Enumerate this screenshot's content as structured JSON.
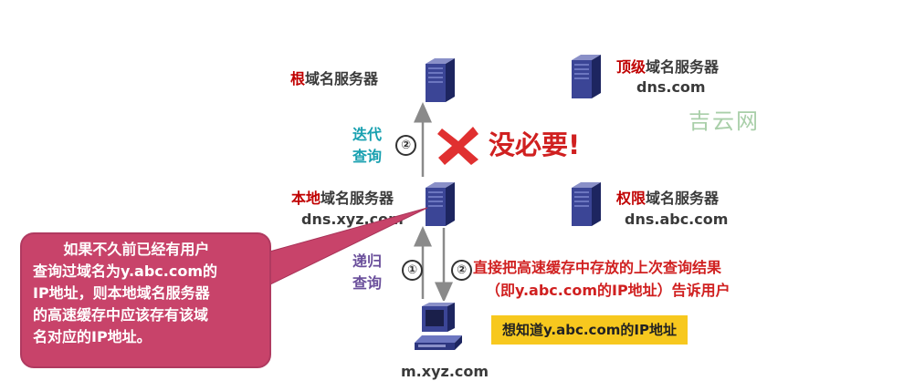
{
  "servers": {
    "root": {
      "highlight": "根",
      "rest": "域名服务器",
      "icon": "server-icon"
    },
    "tld": {
      "highlight": "顶级",
      "rest": "域名服务器",
      "domain": "dns.com",
      "icon": "server-icon"
    },
    "local": {
      "highlight": "本地",
      "rest": "域名服务器",
      "domain": "dns.xyz.com",
      "icon": "server-icon"
    },
    "authoritative": {
      "highlight": "权限",
      "rest": "域名服务器",
      "domain": "dns.abc.com",
      "icon": "server-icon"
    }
  },
  "iterative": {
    "line1": "迭代",
    "line2": "查询",
    "step": "②"
  },
  "unnecessary": {
    "icon": "cross-icon",
    "text": "没必要!"
  },
  "recursive": {
    "line1": "递归",
    "line2": "查询",
    "step": "①"
  },
  "response": {
    "step": "②",
    "line1": "直接把高速缓存中存放的上次查询结果",
    "line2": "（即y.abc.com的IP地址）告诉用户"
  },
  "callout": {
    "text": "      如果不久前已经有用户\n查询过域名为y.abc.com的\nIP地址，则本地域名服务器\n的高速缓存中应该存有该域\n名对应的IP地址。"
  },
  "host": {
    "name": "m.xyz.com",
    "icon": "computer-icon"
  },
  "query_box": {
    "text": "想知道y.abc.com的IP地址"
  },
  "watermark": {
    "text": "吉云网"
  },
  "colors": {
    "red": "#c00000",
    "cyan": "#18a0b0",
    "purple": "#6a4f9b",
    "callout_bg": "#c8436a",
    "yellow": "#f7c81e"
  }
}
